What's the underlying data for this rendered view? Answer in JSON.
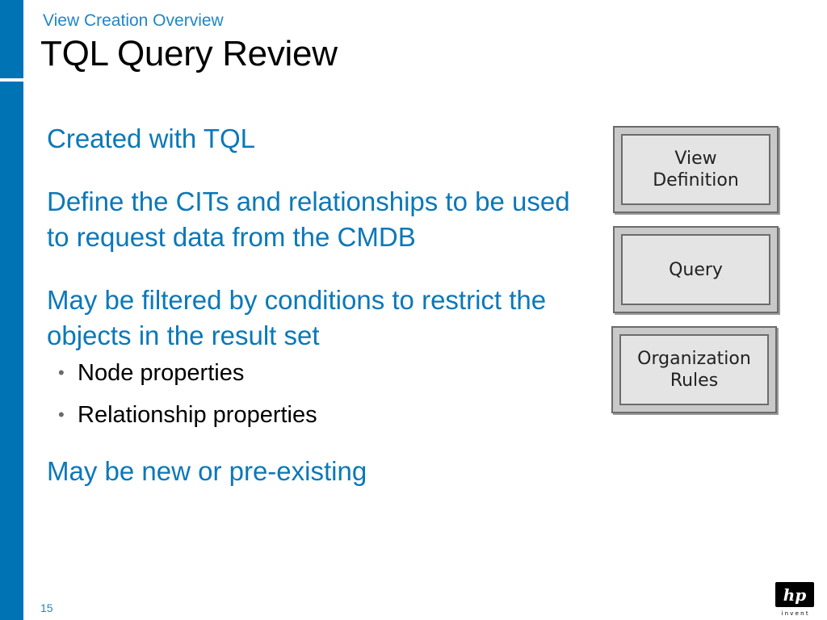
{
  "slide": {
    "subtitle": "View Creation Overview",
    "title": "TQL Query Review",
    "page_number": "15"
  },
  "content": {
    "paragraphs": [
      "Created with TQL",
      "Define the CITs and relationships to be used to request data from the CMDB",
      "May be filtered by conditions to restrict the objects in the result set",
      "May be new or pre-existing"
    ],
    "bullets": [
      "Node properties",
      "Relationship properties"
    ]
  },
  "diagram": {
    "boxes": [
      {
        "line1": "View",
        "line2": "Definition"
      },
      {
        "line1": "Query",
        "line2": ""
      },
      {
        "line1": "Organization",
        "line2": "Rules"
      }
    ]
  },
  "logo": {
    "mark": "hp",
    "tagline": "i n v e n t"
  },
  "colors": {
    "accent_bar": "#0073b5",
    "body_text": "#0a78b9",
    "box_fill": "#c9c9c9"
  }
}
